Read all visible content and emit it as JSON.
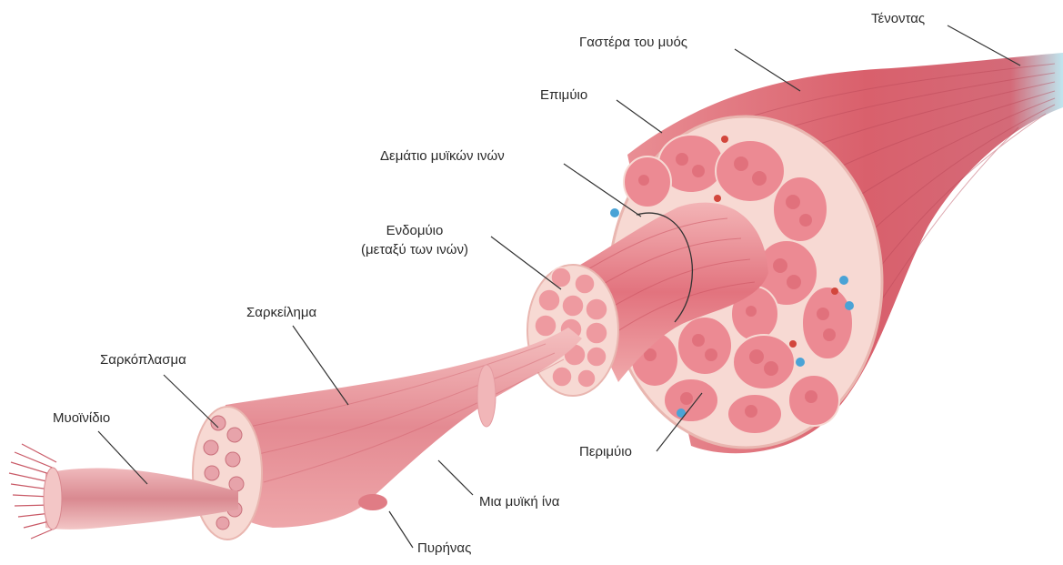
{
  "diagram": {
    "colors": {
      "muscle_dark": "#c9505e",
      "muscle_mid": "#e07c85",
      "muscle_light": "#f2b7b8",
      "fascia": "#f7d9d3",
      "tendon": "#bfe6ef",
      "vessel_blue": "#4aa3d6",
      "vessel_red": "#d2463c",
      "line": "#333333"
    },
    "labels": {
      "tendon": "Τένοντας",
      "belly": "Γαστέρα του μυός",
      "epimysium": "Επιμύιο",
      "fascicle": "Δεμάτιο μυϊκών ινών",
      "endomysium_1": "Ενδομύιο",
      "endomysium_2": "(μεταξύ των ινών)",
      "sarcolemma": "Σαρκείλημα",
      "sarcoplasm": "Σαρκόπλασμα",
      "myofibril": "Μυοϊνίδιο",
      "perimysium": "Περιμύιο",
      "fiber": "Μια μυϊκή ίνα",
      "nucleus": "Πυρήνας"
    }
  }
}
